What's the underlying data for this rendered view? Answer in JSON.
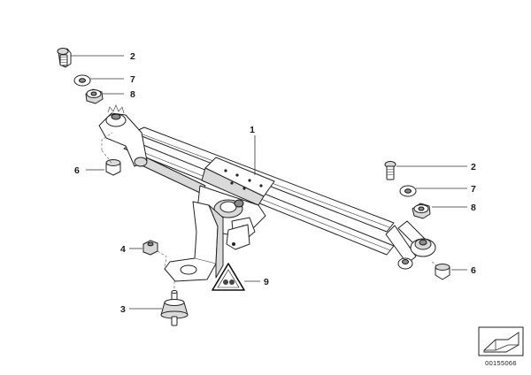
{
  "diagram": {
    "callouts": {
      "c1": "1",
      "c2_left": "2",
      "c7_left": "7",
      "c8_left": "8",
      "c6_left": "6",
      "c2_right": "2",
      "c7_right": "7",
      "c8_right": "8",
      "c6_right": "6",
      "c4": "4",
      "c3": "3",
      "c9": "9"
    },
    "document_number": "00155066"
  }
}
